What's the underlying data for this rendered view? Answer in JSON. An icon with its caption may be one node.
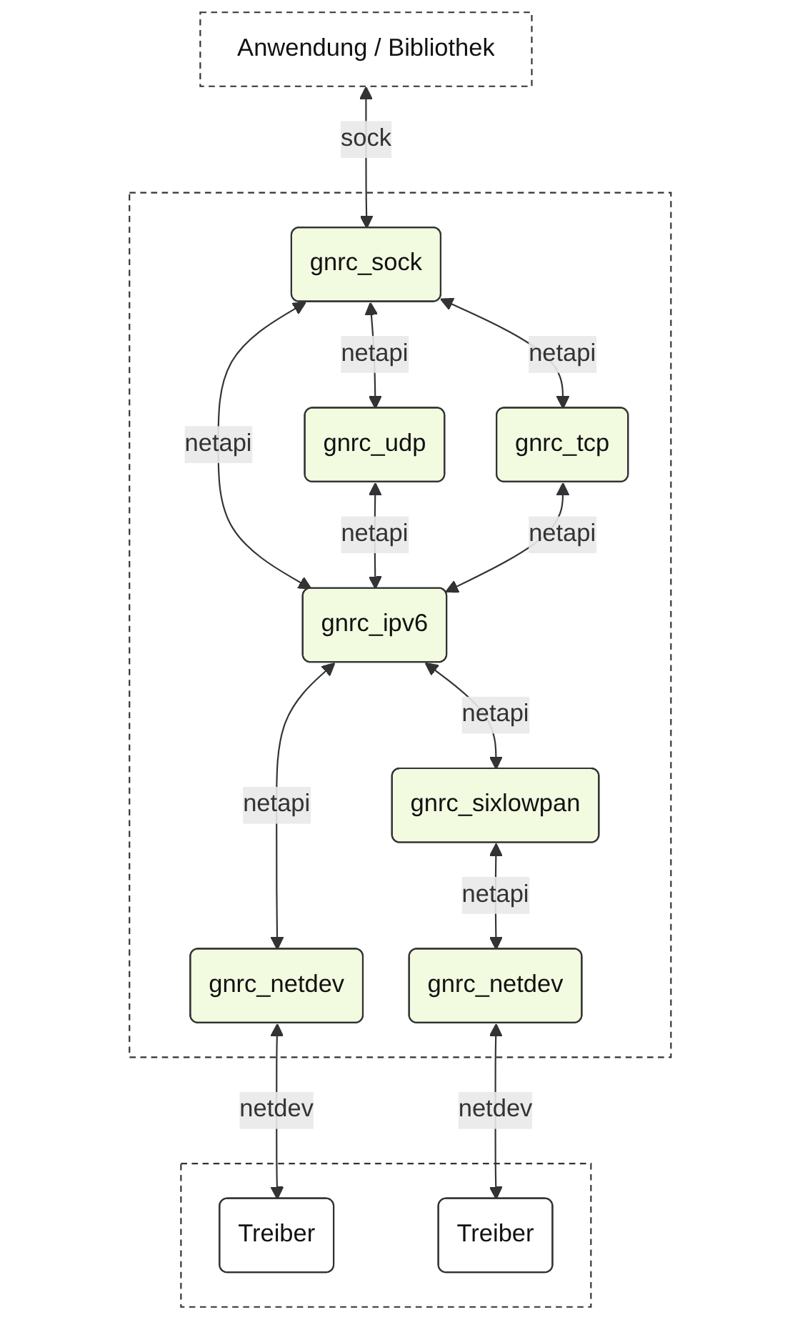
{
  "diagram": {
    "nodes": [
      {
        "text": [
          "Anwendung / Bibliothek"
        ]
      },
      {
        "text": [],
        "shape": "box"
      },
      {
        "text": [
          "gnrc_sock"
        ],
        "in": 1
      },
      {
        "text": [
          "gnrc_udp"
        ],
        "in": 1
      },
      {
        "text": [
          "gnrc_tcp"
        ],
        "in": 1
      },
      {
        "text": [
          "gnrc_ipv6"
        ],
        "in": 1
      },
      {
        "text": [
          "gnrc_sixlowpan"
        ],
        "in": 1
      },
      {
        "text": [
          "gnrc_netdev"
        ],
        "in": 1
      },
      {
        "text": [
          "gnrc_netdev"
        ],
        "in": 1
      },
      {
        "text": [],
        "shape": "box"
      },
      {
        "text": [
          "Treiber"
        ],
        "in": 9
      },
      {
        "text": [
          "Treiber"
        ],
        "in": 9
      }
    ],
    "edges": [
      {
        "from": 0,
        "to": 2,
        "arrow": "both",
        "label": "sock"
      },
      {
        "from": 2,
        "to": 3,
        "arrow": "both",
        "label": "netapi"
      },
      {
        "from": 2,
        "to": 5,
        "arrow": "both",
        "label": "netapi"
      },
      {
        "from": 2,
        "to": 4,
        "arrow": "both",
        "label": "netapi"
      },
      {
        "from": 3,
        "to": 5,
        "arrow": "both",
        "label": "netapi"
      },
      {
        "from": 4,
        "to": 5,
        "arrow": "both",
        "label": "netapi"
      },
      {
        "from": 5,
        "to": 7,
        "arrow": "both",
        "label": "netapi"
      },
      {
        "from": 5,
        "to": 6,
        "arrow": "both",
        "label": "netapi"
      },
      {
        "from": 6,
        "to": 8,
        "arrow": "both",
        "label": "netapi"
      },
      {
        "from": 7,
        "to": 10,
        "arrow": "both",
        "label": "netdev"
      },
      {
        "from": 8,
        "to": 11,
        "arrow": "both",
        "label": "netdev"
      }
    ]
  }
}
